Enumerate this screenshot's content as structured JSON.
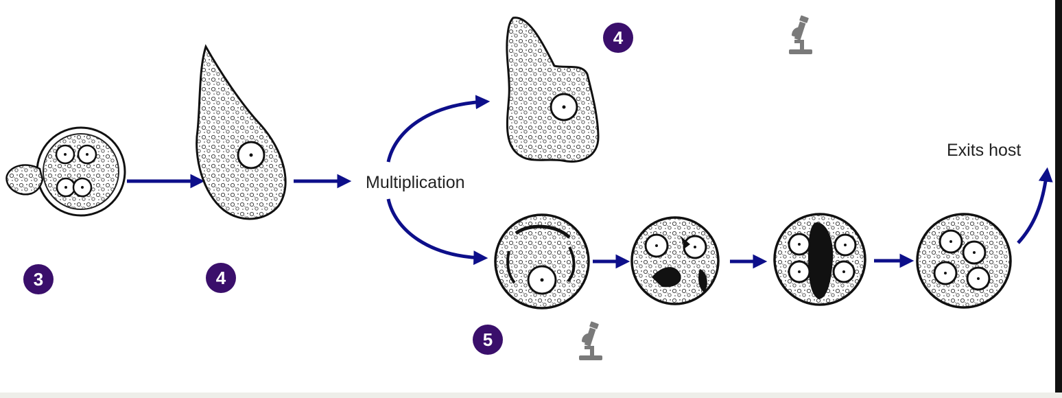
{
  "stage_badges": {
    "cyst": "3",
    "trophozoite": "4",
    "trophozoite_top": "4",
    "cyst_formation": "5"
  },
  "labels": {
    "multiplication": "Multiplication",
    "exits_host": "Exits host"
  },
  "icons": [
    "microscope-icon",
    "microscope-icon"
  ],
  "colors": {
    "arrow": "#0d0f8a",
    "badge": "#3a0f6b",
    "cell_outline": "#111111",
    "background": "#ffffff"
  }
}
